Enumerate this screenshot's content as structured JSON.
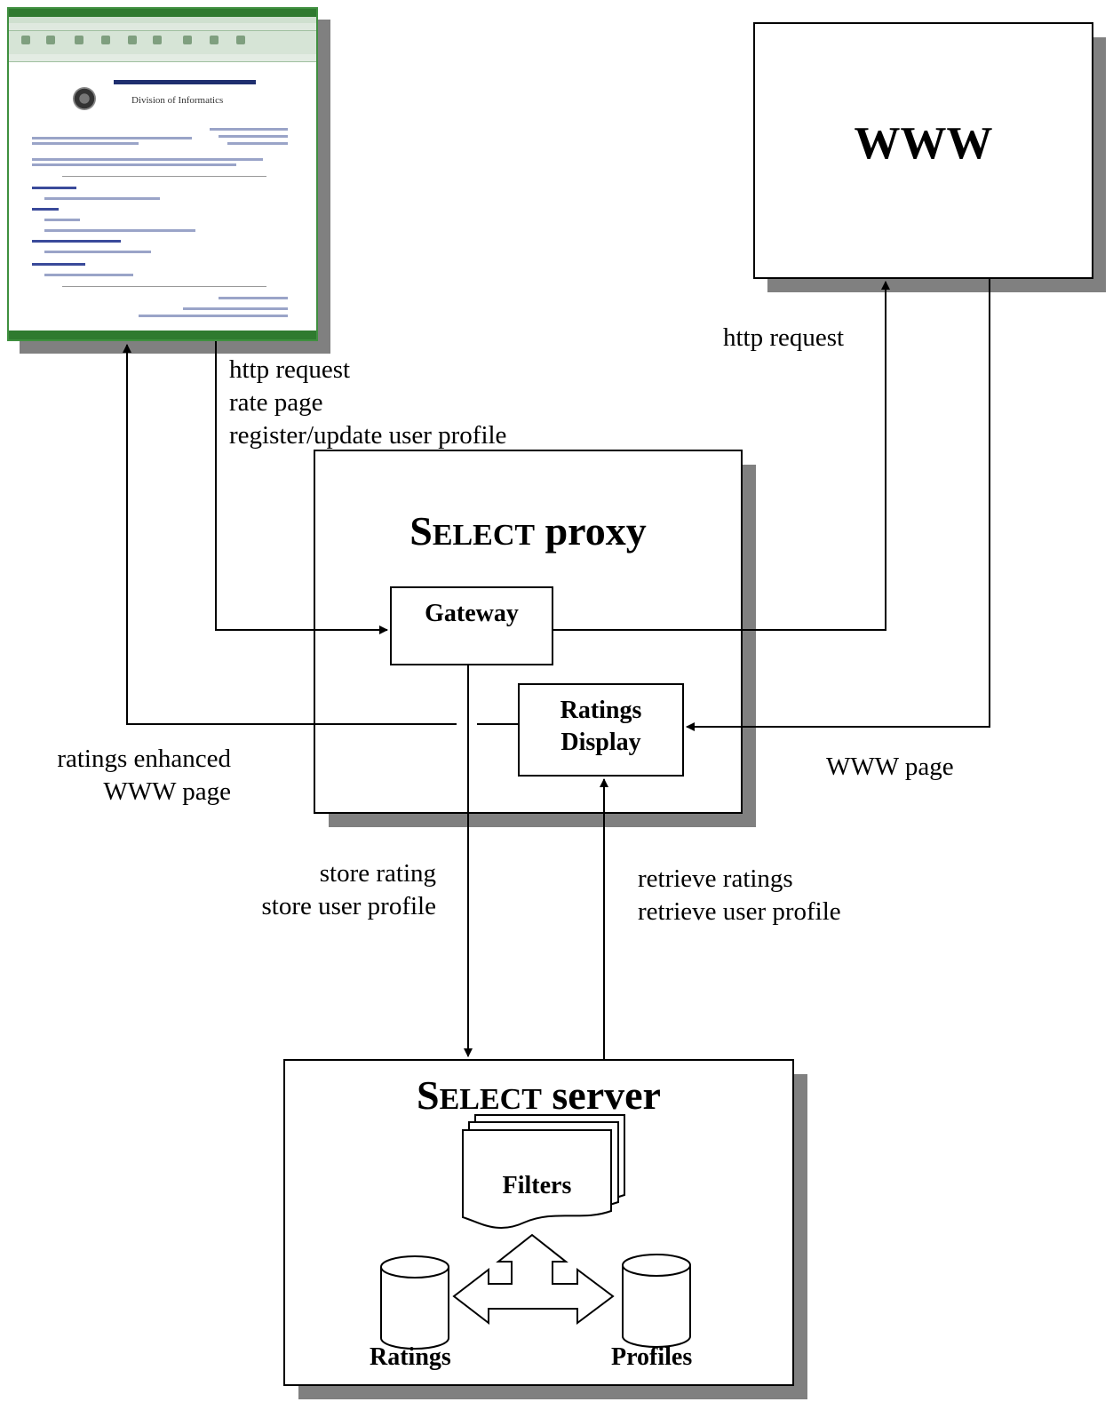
{
  "browser": {
    "heading": "Division of Informatics"
  },
  "www": {
    "title": "WWW"
  },
  "proxy": {
    "title_lead": "S",
    "title_rest": "ELECT",
    "title_tail": " proxy",
    "gateway_label": "Gateway",
    "ratings_display_label_1": "Ratings",
    "ratings_display_label_2": "Display"
  },
  "server": {
    "title_lead": "S",
    "title_rest": "ELECT",
    "title_tail": " server",
    "filters_label": "Filters",
    "ratings_db_label": "Ratings",
    "profiles_db_label": "Profiles"
  },
  "labels": {
    "browser_out": [
      "http request",
      "rate page",
      "register/update user profile"
    ],
    "www_request": "http request",
    "ratings_enhanced": [
      "ratings enhanced",
      "WWW page"
    ],
    "www_page": "WWW page",
    "store": [
      "store rating",
      "store user profile"
    ],
    "retrieve": [
      "retrieve ratings",
      "retrieve user profile"
    ]
  }
}
